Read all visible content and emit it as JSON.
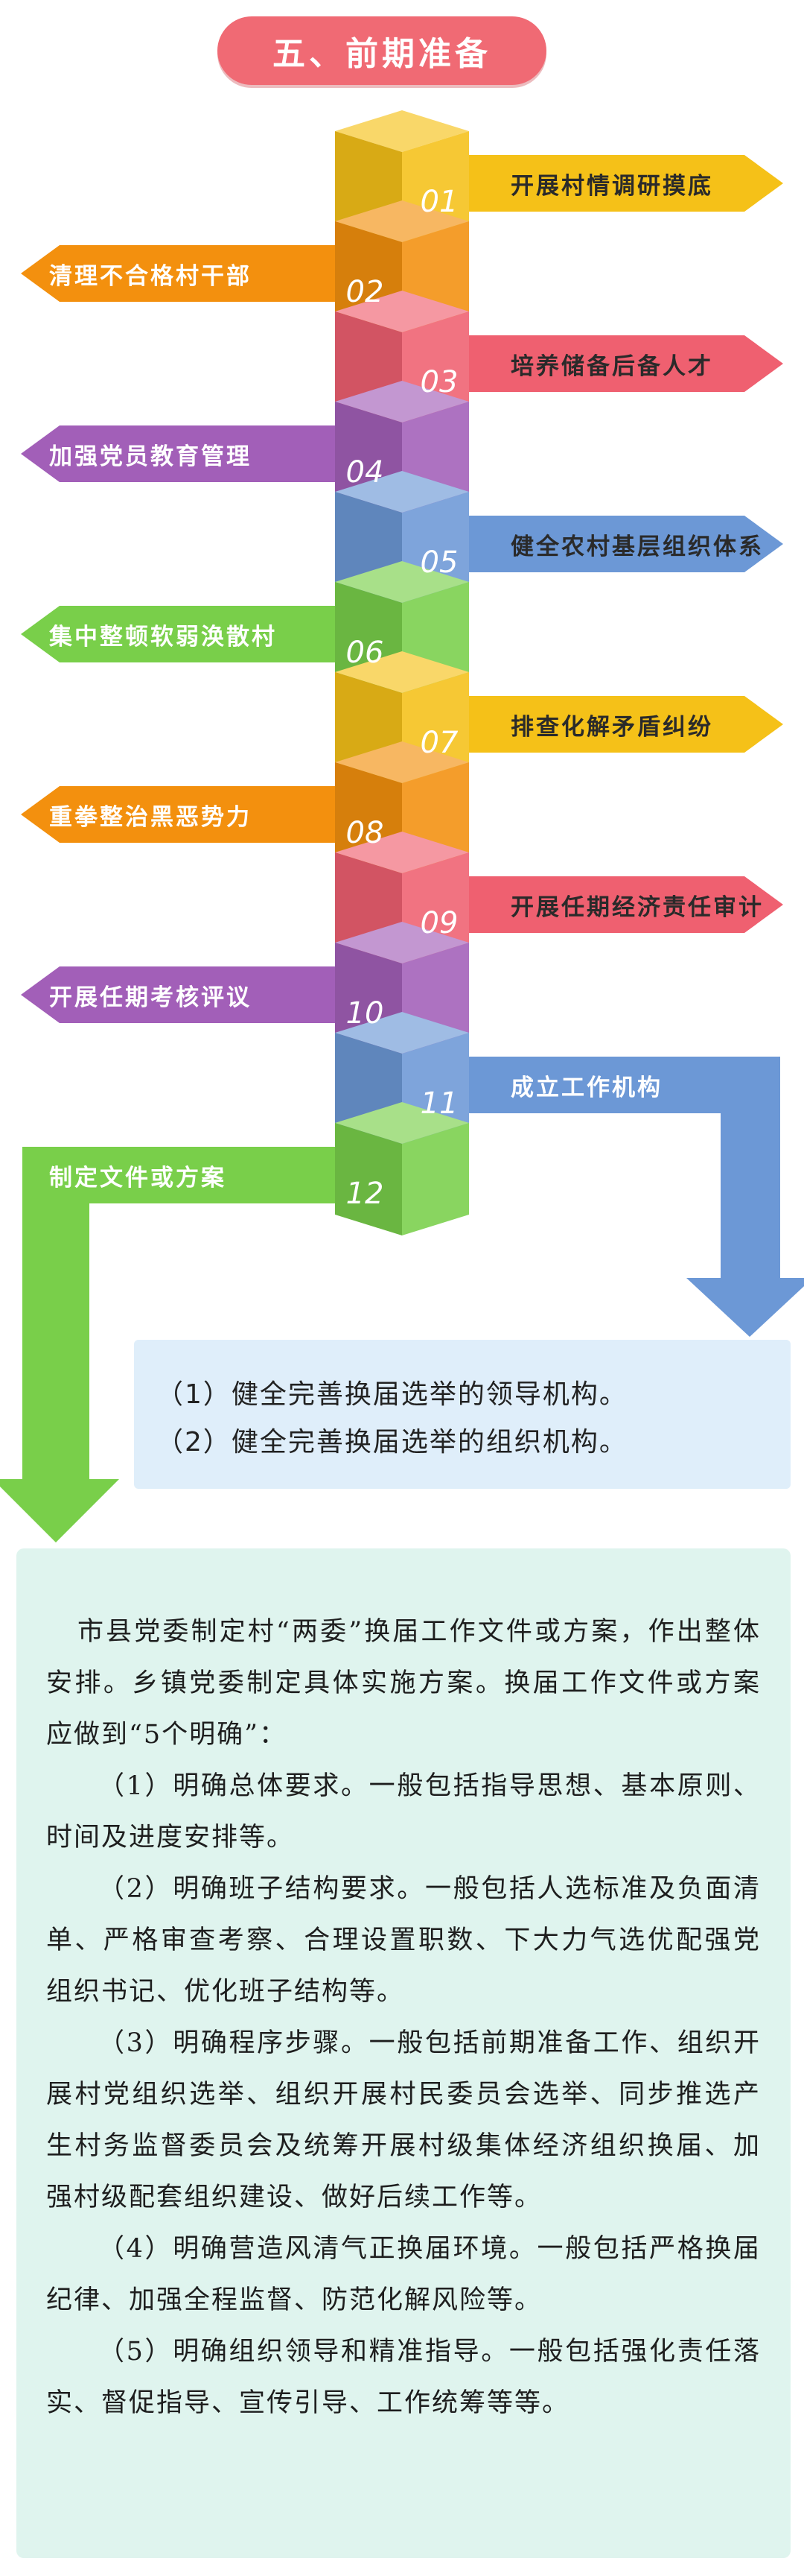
{
  "title": "五、前期准备",
  "steps": [
    {
      "num": "01",
      "label": "开展村情调研摸底",
      "side": "right",
      "color": "#f5c118"
    },
    {
      "num": "02",
      "label": "清理不合格村干部",
      "side": "left",
      "color": "#f3900e"
    },
    {
      "num": "03",
      "label": "培养储备后备人才",
      "side": "right",
      "color": "#ef6070"
    },
    {
      "num": "04",
      "label": "加强党员教育管理",
      "side": "left",
      "color": "#a25fb8"
    },
    {
      "num": "05",
      "label": "健全农村基层组织体系",
      "side": "right",
      "color": "#6c98d6"
    },
    {
      "num": "06",
      "label": "集中整顿软弱涣散村",
      "side": "left",
      "color": "#79cf4a"
    },
    {
      "num": "07",
      "label": "排查化解矛盾纠纷",
      "side": "right",
      "color": "#f5c118"
    },
    {
      "num": "08",
      "label": "重拳整治黑恶势力",
      "side": "left",
      "color": "#f3900e"
    },
    {
      "num": "09",
      "label": "开展任期经济责任审计",
      "side": "right",
      "color": "#ef6070"
    },
    {
      "num": "10",
      "label": "开展任期考核评议",
      "side": "left",
      "color": "#a25fb8"
    },
    {
      "num": "11",
      "label": "成立工作机构",
      "side": "right",
      "color": "#6c98d6"
    },
    {
      "num": "12",
      "label": "制定文件或方案",
      "side": "left",
      "color": "#79cf4a"
    }
  ],
  "note": {
    "lines": [
      "（1）健全完善换届选举的领导机构。",
      "（2）健全完善换届选举的组织机构。"
    ]
  },
  "content": {
    "intro": "市县党委制定村“两委”换届工作文件或方案，作出整体安排。乡镇党委制定具体实施方案。换届工作文件或方案应做到“5个明确”：",
    "items": [
      "（1）明确总体要求。一般包括指导思想、基本原则、时间及进度安排等。",
      "（2）明确班子结构要求。一般包括人选标准及负面清单、严格审查考察、合理设置职数、下大力气选优配强党组织书记、优化班子结构等。",
      "（3）明确程序步骤。一般包括前期准备工作、组织开展村党组织选举、组织开展村民委员会选举、同步推选产生村务监督委员会及统筹开展村级集体经济组织换届、加强村级配套组织建设、做好后续工作等。",
      "（4）明确营造风清气正换届环境。一般包括严格换届纪律、加强全程监督、防范化解风险等。",
      "（5）明确组织领导和精准指导。一般包括强化责任落实、督促指导、宣传引导、工作统筹等等。"
    ]
  }
}
